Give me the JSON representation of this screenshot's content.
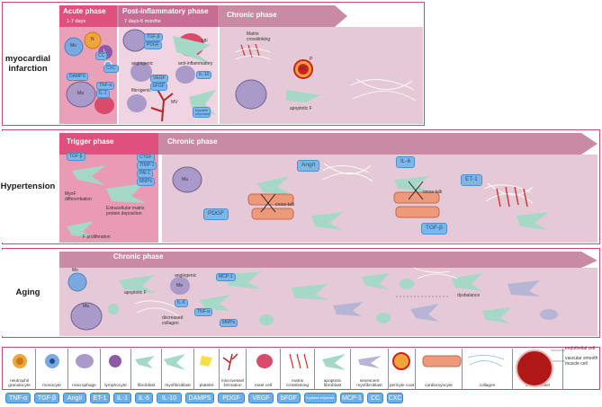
{
  "rows": {
    "mi": "myocardial infarction",
    "htn": "Hypertension",
    "aging": "Aging"
  },
  "mi": {
    "acute": {
      "title": "Acute phase",
      "sub": "1-7 days"
    },
    "post": {
      "title": "Post-inflammatory phase",
      "sub": "7 days-6 months"
    },
    "chronic": {
      "title": "Chronic phase"
    },
    "cells": {
      "mo": "Mo",
      "n": "N",
      "l": "L",
      "ma": "Ma",
      "mf": "MF",
      "mv": "MV",
      "ec": "EC",
      "p": "P",
      "cc": "CC",
      "cxc": "CXC"
    },
    "chips": {
      "damps": "DAMPS",
      "tnf": "TNF-α",
      "il1": "IL-1",
      "tgf": "TGF-β",
      "pdgf": "PDGF",
      "vegf": "VEGF",
      "bfgf": "bFGF",
      "il10": "IL-10",
      "tryptase": "tryptase chymase"
    },
    "labels": {
      "angiogenic": "angiogenic",
      "anti": "anti-inflammatory",
      "fibrogenic": "fibrogenic",
      "matrix": "Matrix crosslinking",
      "apoptotic": "apoptotic F"
    }
  },
  "htn": {
    "trigger": {
      "title": "Trigger phase"
    },
    "chronic": {
      "title": "Chronic phase"
    },
    "chips": {
      "tgf": "TGF-β",
      "ctgf": "CTGF",
      "timp1": "TIMP-1",
      "pai1": "PAI-1",
      "mmps": "MMPs",
      "angii": "AngII",
      "il6": "IL-6",
      "et1": "ET-1",
      "pdgf": "PDGF",
      "tgf2": "TGF-β"
    },
    "labels": {
      "myof": "MyoF differentiation",
      "ecm": "Extracellular matrix protein deposition",
      "prolif": "F proliferation",
      "crosstalk1": "cross-talk",
      "crosstalk2": "cross-talk",
      "ma": "Ma"
    }
  },
  "aging": {
    "chronic": {
      "title": "Chronic phase"
    },
    "chips": {
      "il6": "IL-6",
      "tnf": "TNF-α",
      "mcp1": "MCP-1",
      "mmps": "MMPs"
    },
    "labels": {
      "mo": "Mo",
      "ma": "Ma",
      "ma2": "Ma",
      "apoptotic": "apoptotic F",
      "angiogenic": "angiogenic",
      "decreased": "decreased collagen",
      "dysbalance": "dysbalance"
    }
  },
  "legend": {
    "items": [
      {
        "label": "neutrophil granulocyte",
        "color": "#f0a53a"
      },
      {
        "label": "monocyte",
        "color": "#7aa8e0"
      },
      {
        "label": "macrophage",
        "color": "#a99ac9"
      },
      {
        "label": "lymphocyte",
        "color": "#8e5aa8"
      },
      {
        "label": "fibroblast",
        "color": "#a5d8c6"
      },
      {
        "label": "myofibroblast",
        "color": "#a5d8c6"
      },
      {
        "label": "platelet",
        "color": "#f6e04a"
      },
      {
        "label": "microvessel formation",
        "color": "#b0272f"
      },
      {
        "label": "mast cell",
        "color": "#d84b6a"
      },
      {
        "label": "matrix crosslinking",
        "color": "#cc3333"
      },
      {
        "label": "apoptotic fibroblast",
        "color": "#a5d8c6"
      },
      {
        "label": "senescent myofibroblast",
        "color": "#b7b5d6"
      },
      {
        "label": "pericyte coat",
        "color": "#d42020"
      },
      {
        "label": "cardiomyocyte",
        "color": "#ec9a7a"
      },
      {
        "label": "collagen",
        "color": "#cfe3ef"
      },
      {
        "label": "blood vessel",
        "color": "#b01818"
      }
    ],
    "endothelial": "endothelial cell",
    "vsmc": "vascular smooth muscle cell"
  },
  "cytokines": [
    "TNF-α",
    "TGF-β",
    "AngII",
    "ET-1",
    "IL-1",
    "IL-6",
    "IL-10",
    "DAMPS",
    "PDGF",
    "VEGF",
    "bFGF",
    "tryptase chymase",
    "MCP-1",
    "CC",
    "CXC"
  ]
}
